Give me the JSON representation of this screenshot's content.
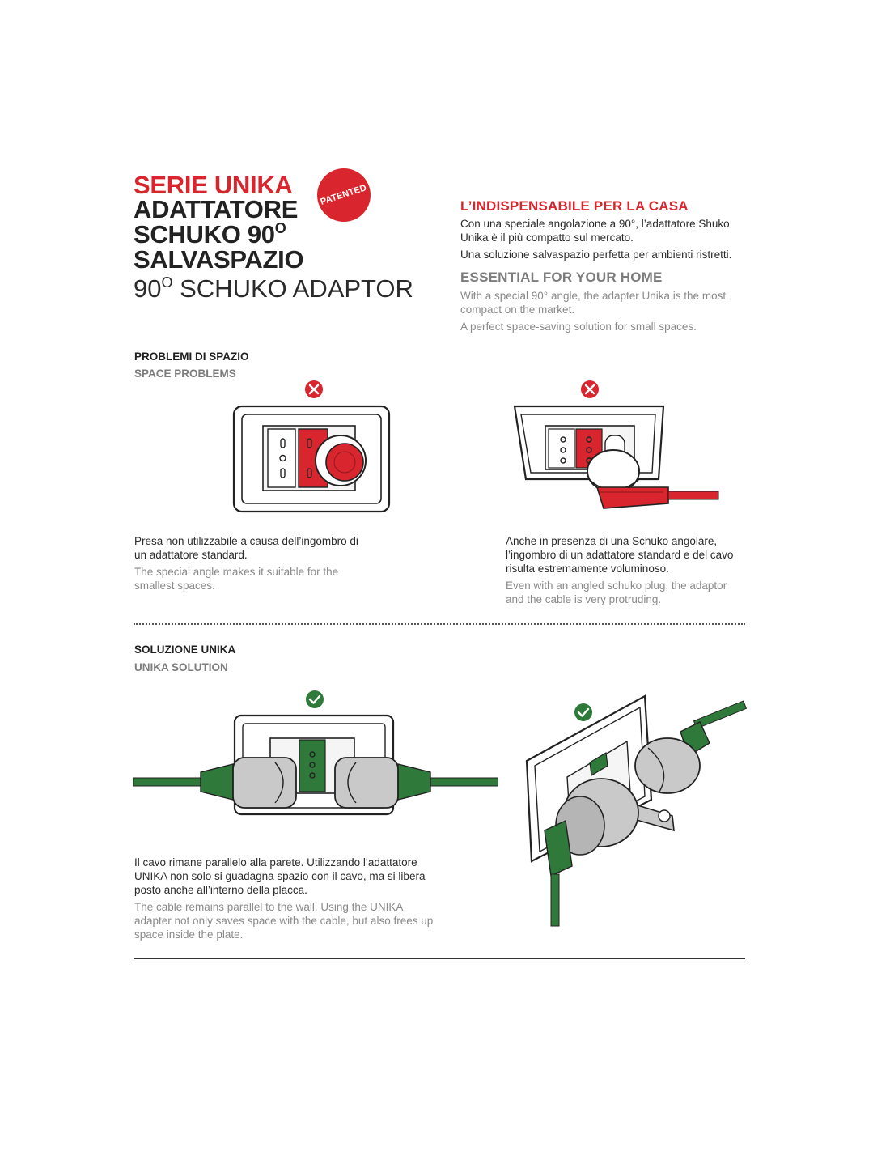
{
  "header": {
    "series": "SERIE UNIKA",
    "title_line1": "ADATTATORE",
    "title_line2": "SCHUKO 90",
    "title_line2_sup": "O",
    "title_line3": "SALVASPAZIO",
    "subtitle": "90",
    "subtitle_sup": "O",
    "subtitle_rest": " SCHUKO ADAPTOR",
    "badge": "PATENTED"
  },
  "intro": {
    "it_heading": "L’INDISPENSABILE PER LA CASA",
    "it_p1": "Con una speciale angolazione a 90°, l’adattatore Shuko Unika è il più compatto sul mercato.",
    "it_p2": "Una soluzione salvaspazio perfetta per ambienti ristretti.",
    "en_heading": "ESSENTIAL FOR YOUR HOME",
    "en_p1": "With a special 90° angle, the adapter Unika is the most compact on the market.",
    "en_p2": "A perfect space-saving solution for small spaces."
  },
  "problems": {
    "title_it": "PROBLEMI DI SPAZIO",
    "title_en": "SPACE PROBLEMS",
    "left_it": "Presa non utilizzabile a causa dell’ingombro di un adattatore standard.",
    "left_en": "The special angle makes it suitable for the smallest spaces.",
    "right_it": "Anche in presenza di una Schuko angolare, l’ingombro di un adattatore standard e del cavo risulta estremamente voluminoso.",
    "right_en": "Even with an angled schuko plug, the adaptor and the cable is very protruding."
  },
  "solution": {
    "title_it": "SOLUZIONE UNIKA",
    "title_en": "UNIKA SOLUTION",
    "text_it": "Il cavo rimane parallelo alla parete. Utilizzando l’adattatore UNIKA non solo si guadagna spazio con il cavo, ma si libera posto anche all’interno della placca.",
    "text_en": "The cable remains parallel to the wall. Using the UNIKA adapter not only saves space with the cable, but also frees up space inside the plate."
  },
  "colors": {
    "red": "#d9262e",
    "green": "#2f7a3a",
    "grey_plug": "#c9c9c9"
  },
  "icons": {
    "bad": "cross-icon",
    "good": "check-icon"
  }
}
